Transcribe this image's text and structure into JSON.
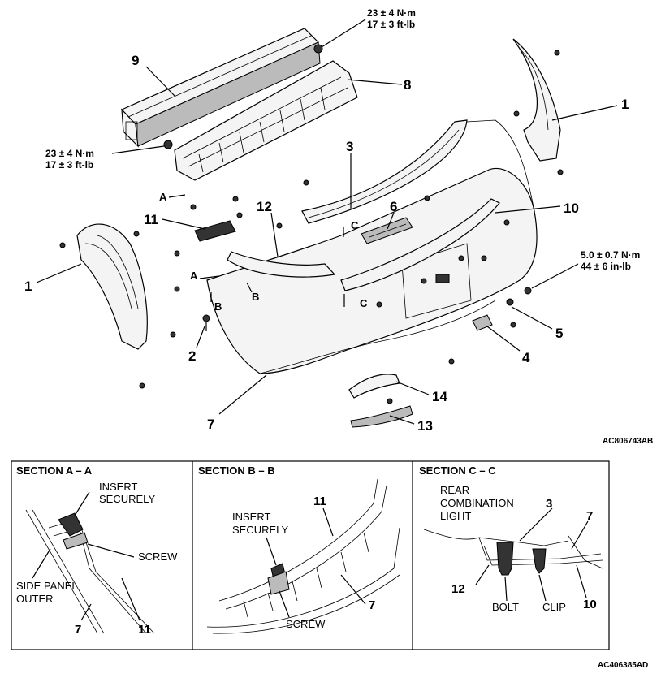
{
  "callouts": {
    "c1_right": "1",
    "c1_left": "1",
    "c2": "2",
    "c3": "3",
    "c4": "4",
    "c5": "5",
    "c6": "6",
    "c7": "7",
    "c8": "8",
    "c9": "9",
    "c10": "10",
    "c11": "11",
    "c12": "12",
    "c13": "13",
    "c14": "14"
  },
  "torque": {
    "top_nm": "23 ± 4 N·m",
    "top_ftlb": "17 ± 3 ft-lb",
    "left_nm": "23 ± 4 N·m",
    "left_ftlb": "17 ± 3 ft-lb",
    "right_nm": "5.0 ± 0.7 N·m",
    "right_inlb": "44 ± 6 in-lb"
  },
  "view_markers": {
    "a_top": "A",
    "a_mid": "A",
    "b_low": "B",
    "b_mid": "B",
    "c_upper": "C",
    "c_lower": "C"
  },
  "figure_codes": {
    "main": "AC806743AB",
    "sections": "AC406385AD"
  },
  "section_aa": {
    "title": "SECTION A – A",
    "insert_line1": "INSERT",
    "insert_line2": "SECURELY",
    "screw": "SCREW",
    "side_panel_line1": "SIDE PANEL",
    "side_panel_line2": "OUTER",
    "num_7": "7",
    "num_11": "11"
  },
  "section_bb": {
    "title": "SECTION B – B",
    "insert_line1": "INSERT",
    "insert_line2": "SECURELY",
    "screw": "SCREW",
    "num_11": "11",
    "num_7": "7"
  },
  "section_cc": {
    "title": "SECTION C – C",
    "rear_line1": "REAR",
    "rear_line2": "COMBINATION",
    "rear_line3": "LIGHT",
    "num_3": "3",
    "num_7": "7",
    "num_12": "12",
    "num_10": "10",
    "bolt": "BOLT",
    "clip": "CLIP"
  }
}
